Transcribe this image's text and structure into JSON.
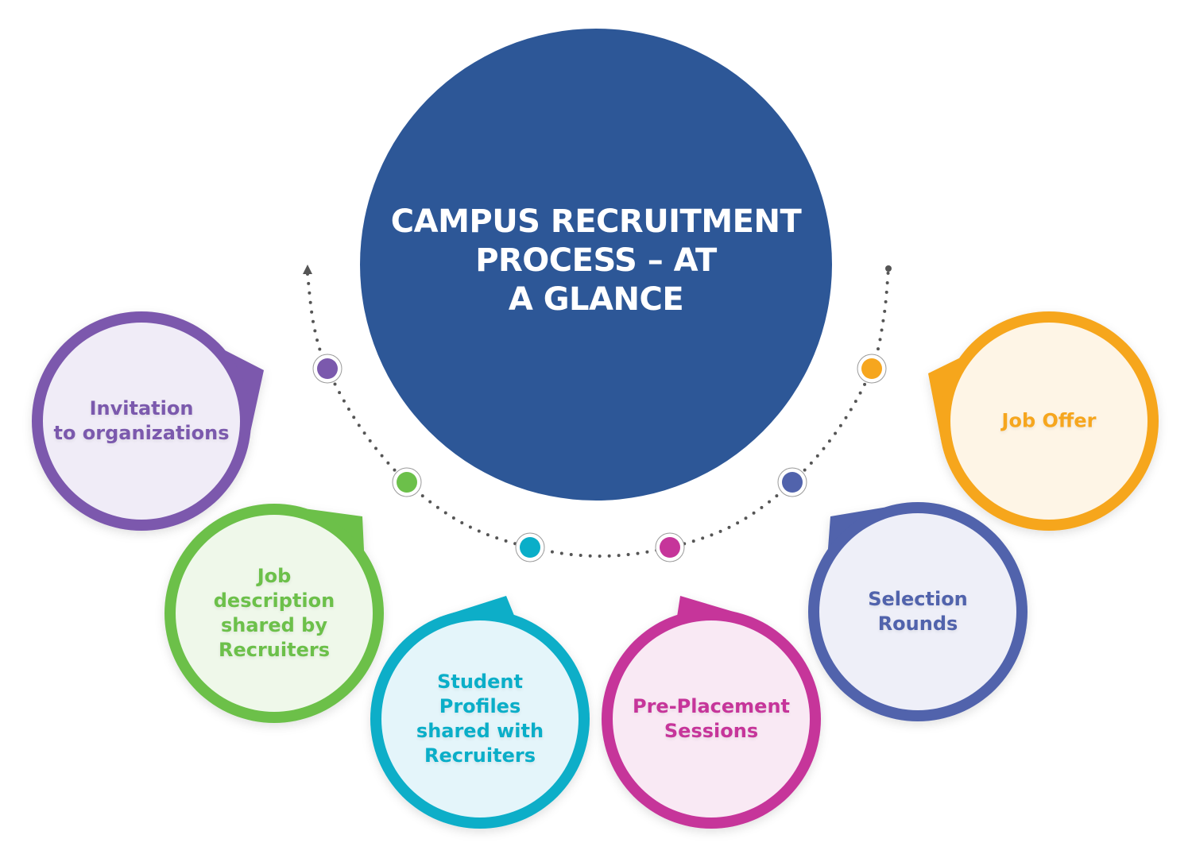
{
  "diagram": {
    "title": "CAMPUS RECRUITMENT\nPROCESS – AT\nA GLANCE",
    "hub_color": "#2d5797",
    "connector_color": "#555555",
    "connector_style": "dotted arc with arrowhead at start",
    "steps": [
      {
        "id": "invitation",
        "label": "Invitation\nto organizations",
        "color": "#7b59ad",
        "fill": "#f0ecf7"
      },
      {
        "id": "job-description",
        "label": "Job\ndescription\nshared by\nRecruiters",
        "color": "#6cc04a",
        "fill": "#eff8ea"
      },
      {
        "id": "student-profiles",
        "label": "Student\nProfiles\nshared with\nRecruiters",
        "color": "#0aaec8",
        "fill": "#e4f5fa"
      },
      {
        "id": "pre-placement",
        "label": "Pre-Placement\nSessions",
        "color": "#c6359a",
        "fill": "#f9e9f4"
      },
      {
        "id": "selection-rounds",
        "label": "Selection\nRounds",
        "color": "#5163ac",
        "fill": "#eeeff8"
      },
      {
        "id": "job-offer",
        "label": "Job Offer",
        "color": "#f6a61e",
        "fill": "#fef5e6"
      }
    ]
  }
}
